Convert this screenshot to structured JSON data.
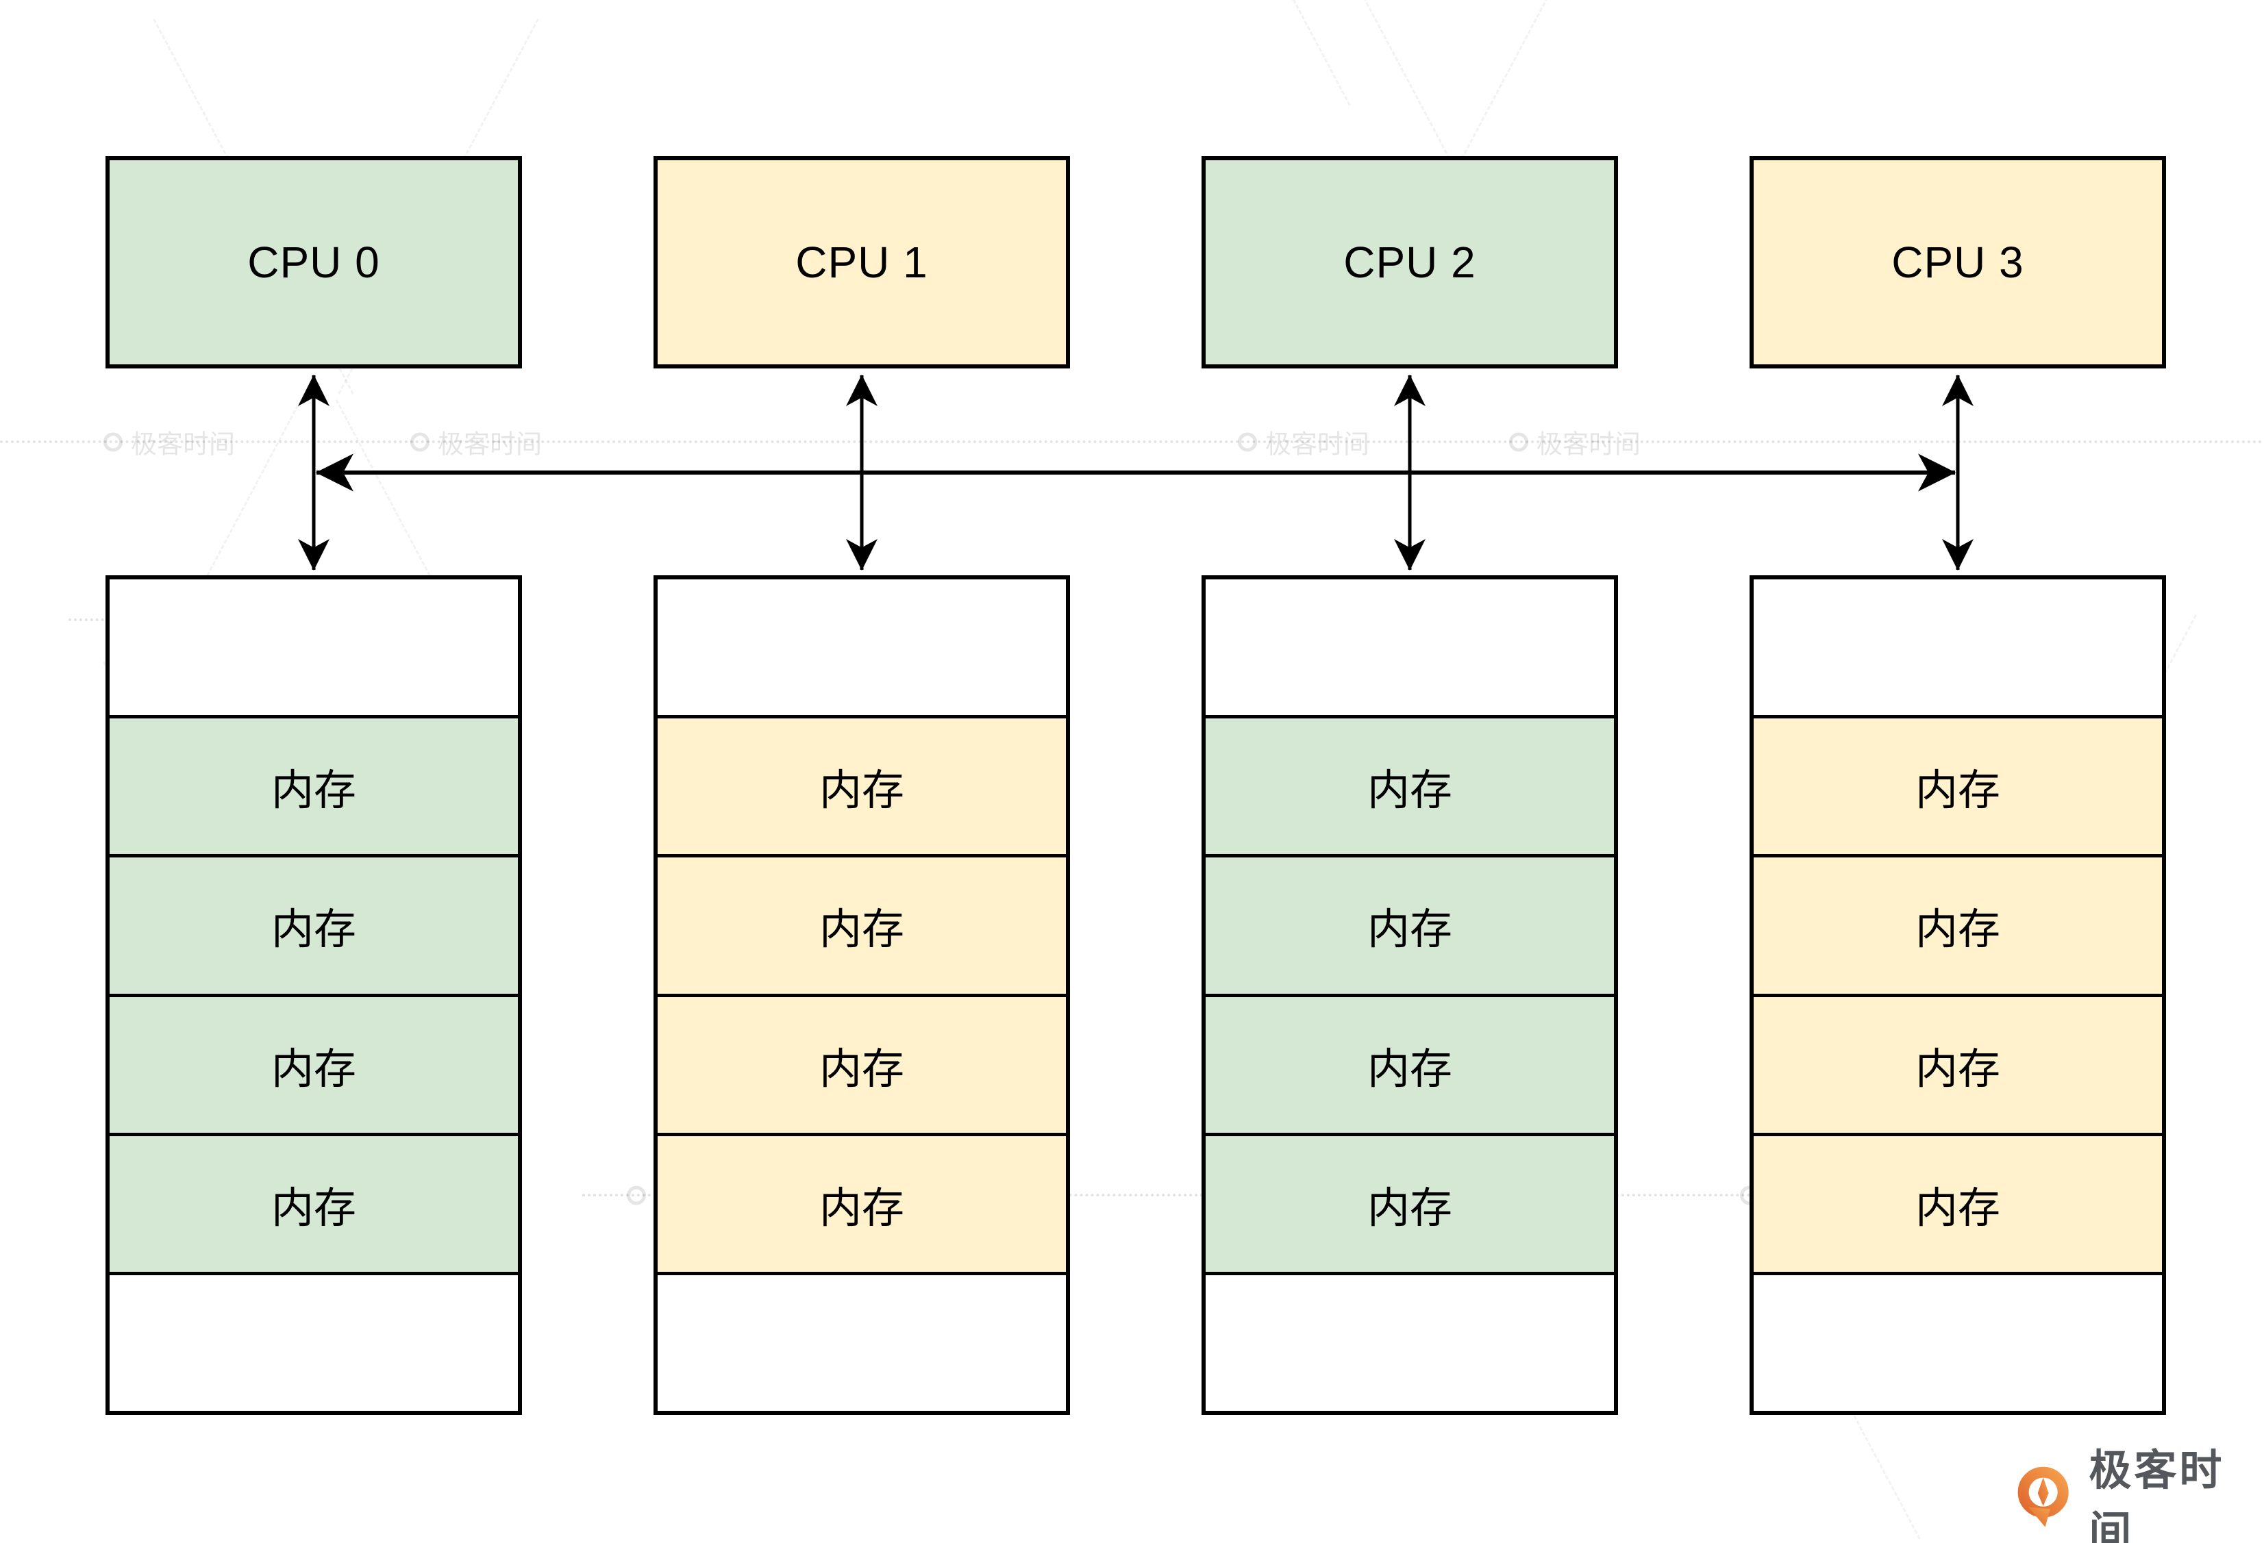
{
  "page": {
    "background": "#ffffff"
  },
  "diagram": {
    "cpus": [
      {
        "label": "CPU 0",
        "theme": "green"
      },
      {
        "label": "CPU 1",
        "theme": "yellow"
      },
      {
        "label": "CPU 2",
        "theme": "green"
      },
      {
        "label": "CPU 3",
        "theme": "yellow"
      }
    ],
    "memory_cell_label": "内存",
    "memory_cells_per_node": 4,
    "colors": {
      "node_green": "#d5e8d4",
      "node_yellow": "#fff2cc",
      "line": "#000000"
    }
  },
  "watermark": {
    "brand": "极客时间"
  },
  "brand_footer": {
    "text": "极客时间",
    "icon": "geektime-pin-icon",
    "icon_color_top": "#f4a04c",
    "icon_color_bottom": "#e0662e",
    "text_color": "#54575b"
  }
}
